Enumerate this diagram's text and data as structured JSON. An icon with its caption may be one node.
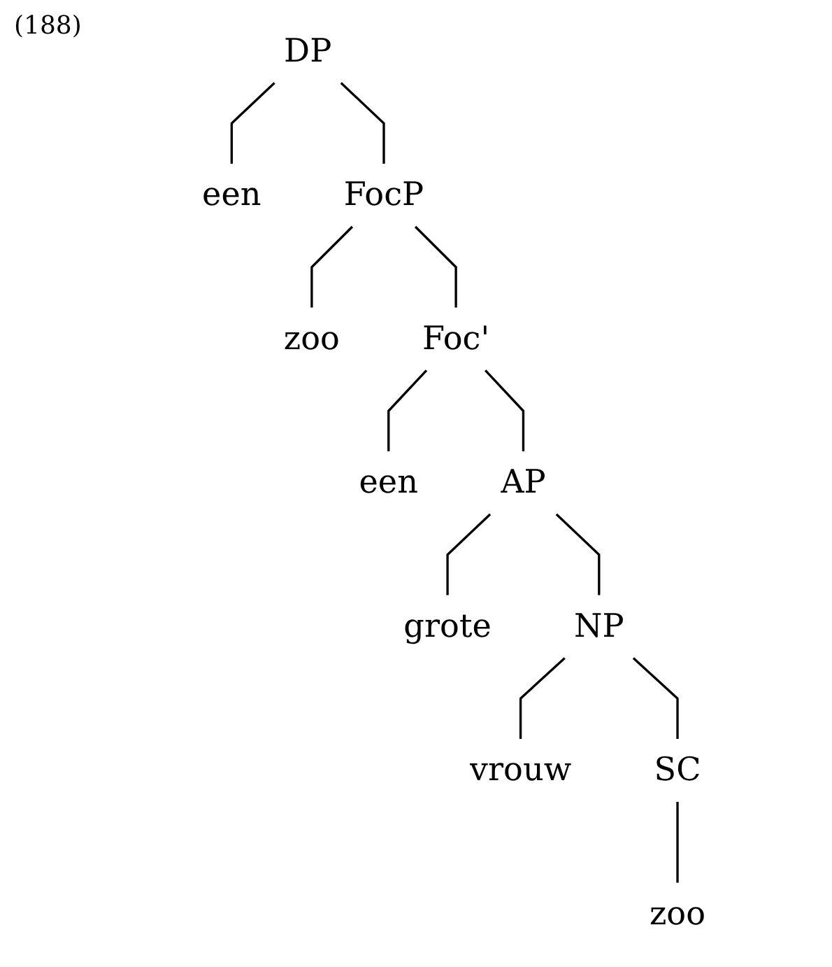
{
  "diagram": {
    "nodes": [
      {
        "text": [
          "DP"
        ]
      },
      {
        "text": [
          "een"
        ]
      },
      {
        "text": [
          "FocP"
        ]
      },
      {
        "text": [
          "zoo"
        ]
      },
      {
        "text": [
          "Foc'"
        ]
      },
      {
        "text": [
          "een"
        ]
      },
      {
        "text": [
          "AP"
        ]
      },
      {
        "text": [
          "grote"
        ]
      },
      {
        "text": [
          "NP"
        ]
      },
      {
        "text": [
          "vrouw"
        ]
      },
      {
        "text": [
          "SC"
        ]
      },
      {
        "text": [
          "zoo"
        ]
      }
    ],
    "edges": [
      {
        "from": 0,
        "to": 1,
        "arrow": "none"
      },
      {
        "from": 0,
        "to": 2,
        "arrow": "none"
      },
      {
        "from": 2,
        "to": 3,
        "arrow": "none"
      },
      {
        "from": 2,
        "to": 4,
        "arrow": "none"
      },
      {
        "from": 4,
        "to": 5,
        "arrow": "none"
      },
      {
        "from": 4,
        "to": 6,
        "arrow": "none"
      },
      {
        "from": 6,
        "to": 7,
        "arrow": "none"
      },
      {
        "from": 6,
        "to": 8,
        "arrow": "none"
      },
      {
        "from": 8,
        "to": 9,
        "arrow": "none"
      },
      {
        "from": 8,
        "to": 10,
        "arrow": "none"
      },
      {
        "from": 10,
        "to": 11,
        "arrow": "none"
      }
    ],
    "labels": [
      "(188)"
    ]
  }
}
